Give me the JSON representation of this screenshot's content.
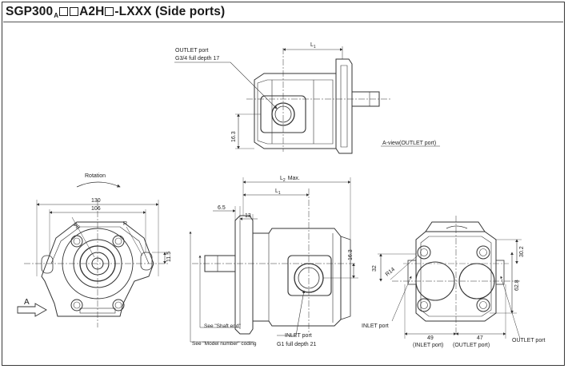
{
  "title": {
    "prefix": "SGP300",
    "subscript": "A",
    "middle": "A2H",
    "suffix": "-LXXX (Side ports)"
  },
  "top_view": {
    "dim_l1": "L",
    "dim_l1_sub": "1",
    "outlet_label": "OUTLET port",
    "outlet_spec": "G3/4 full depth 17",
    "dim_16_3": "16.3",
    "a_view": "A-view(OUTLET port)"
  },
  "front_view": {
    "rotation": "Rotation",
    "dim_130": "130",
    "dim_106": "106",
    "dim_phi": "φ8",
    "dim_r": "R",
    "dim_11_5": "11.5",
    "arrow_a": "A"
  },
  "side_view": {
    "dim_l2": "L",
    "dim_l2_sub": "2",
    "dim_max": "Max.",
    "dim_l1": "L",
    "dim_l1_sub": "1",
    "dim_6_5": "6.5",
    "dim_13": "13",
    "dim_16_3": "16.3",
    "shaft_end": "See \"Shaft end\"",
    "model_number": "See \"Model number\" coding",
    "inlet_label": "INLET port",
    "inlet_spec": "G1 full depth 21"
  },
  "rear_view": {
    "dim_32": "32",
    "dim_r14": "R14",
    "dim_30_2": "30.2",
    "dim_62_8": "62.8",
    "inlet_port": "INLET port",
    "outlet_port": "OUTLET port",
    "dim_49": "49",
    "dim_47": "47",
    "inlet_port_paren": "(INLET port)",
    "outlet_port_paren": "(OUTLET port)"
  }
}
